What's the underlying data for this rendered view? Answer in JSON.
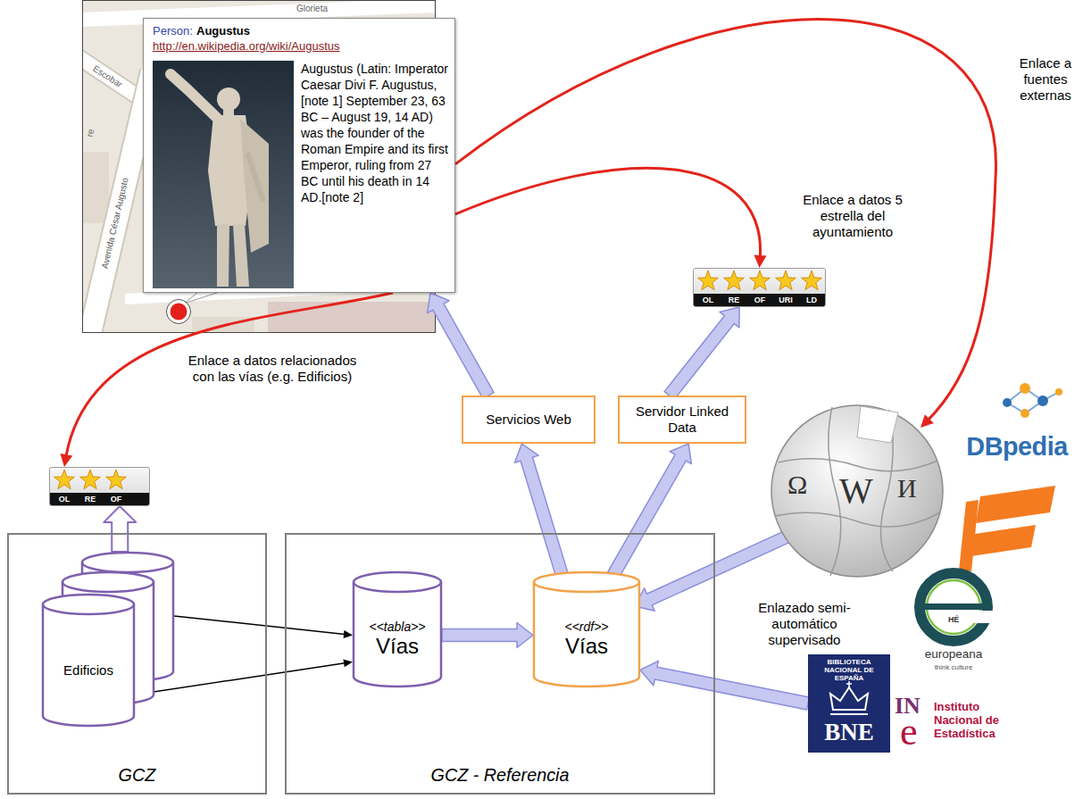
{
  "diagram": {
    "nodes": [
      {
        "text": [
          "GCZ"
        ]
      },
      {
        "text": [
          "Edificios"
        ],
        "in": 0
      },
      {
        "text": [
          "GCZ - Referencia"
        ]
      },
      {
        "text": [
          "<<tabla>>",
          "Vías"
        ],
        "in": 2
      },
      {
        "text": [
          "<<rdf>>",
          "Vías"
        ],
        "in": 2
      },
      {
        "text": [
          "Servicios Web"
        ]
      },
      {
        "text": [
          "Servidor Linked Data"
        ]
      },
      {
        "text": [
          "Person:",
          "Augustus",
          "http://en.wikipedia.org/wiki/Augustus",
          "Augustus (Latin: Imperator Caesar Divi F. Augustus,[note 1] September 23, 63 BC – August 19, 14 AD) was the founder of the Roman Empire and its first Emperor, ruling from 27 BC until his death in 14 AD.[note 2]"
        ]
      },
      {
        "text": [
          "OL",
          "RE",
          "OF",
          "URI",
          "LD"
        ]
      },
      {
        "text": [
          "OL",
          "RE",
          "OF"
        ]
      },
      {
        "text": [
          "Ω",
          "W",
          "И"
        ]
      },
      {
        "text": [
          "DBpedia"
        ]
      },
      {
        "text": [
          "HÉ",
          "europeana",
          "think culture"
        ]
      },
      {
        "text": [
          "BIBLIOTECA NACIONAL DE ESPAÑA",
          "BNE"
        ]
      },
      {
        "text": [
          "IN",
          "e",
          "Instituto Nacional de Estadística"
        ]
      }
    ],
    "edges": [
      {
        "from": 1,
        "to": 3,
        "arrow": "to"
      },
      {
        "from": 1,
        "to": 3,
        "arrow": "to"
      },
      {
        "from": 3,
        "to": 4,
        "arrow": "to"
      },
      {
        "from": 4,
        "to": 5,
        "arrow": "to"
      },
      {
        "from": 4,
        "to": 6,
        "arrow": "to"
      },
      {
        "from": 5,
        "to": 7,
        "arrow": "to"
      },
      {
        "from": 6,
        "to": 8,
        "arrow": "to"
      },
      {
        "from": 1,
        "to": 9,
        "arrow": "to"
      },
      {
        "from": 7,
        "to": 9,
        "arrow": "to",
        "label": "Enlace a datos relacionados con las vías (e.g. Edificios)"
      },
      {
        "from": 7,
        "to": 8,
        "arrow": "to",
        "label": "Enlace a datos 5 estrella del ayuntamiento"
      },
      {
        "from": 7,
        "to": 10,
        "arrow": "to",
        "label": "Enlace a fuentes externas"
      },
      {
        "from": 10,
        "to": 4,
        "arrow": "to"
      },
      {
        "from": 13,
        "to": 4,
        "arrow": "to"
      }
    ],
    "labels": [
      "Glorieta",
      "Escobar",
      "re",
      "Avenida César Augusto",
      "Enlazado semi-automático supervisado"
    ]
  }
}
